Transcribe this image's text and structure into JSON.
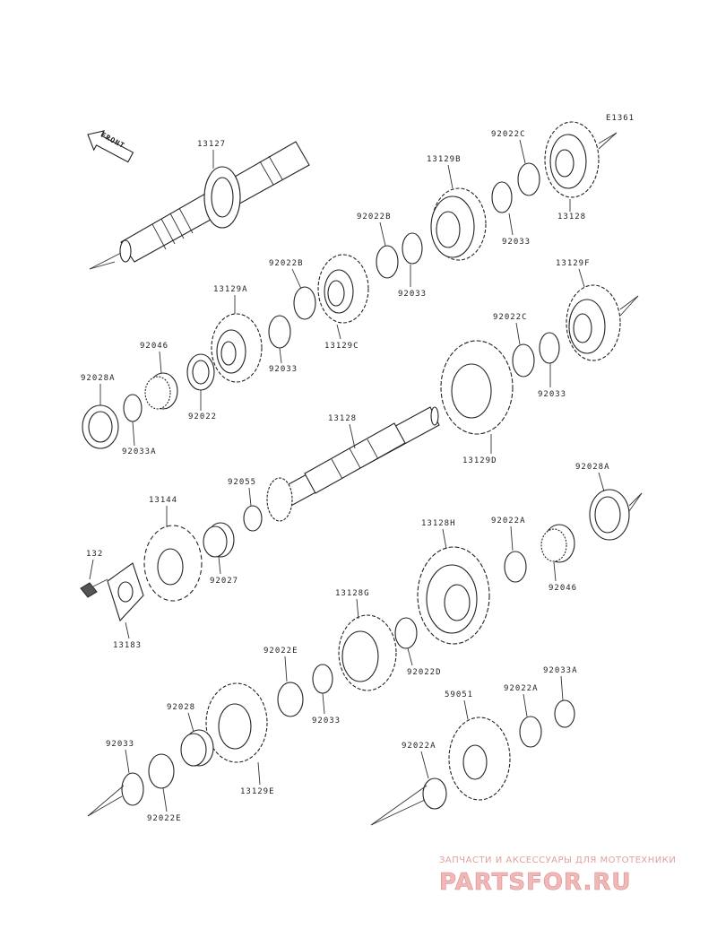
{
  "diagram_id": "E1361",
  "front_label": "FRONT",
  "labels": {
    "l13127": "13127",
    "l13129B": "13129B",
    "l92022C_top": "92022C",
    "l13128_top": "13128",
    "l92033_top": "92033",
    "l92022B_a": "92022B",
    "l92022B_b": "92022B",
    "l92033_b": "92033",
    "l13129A": "13129A",
    "l13129C": "13129C",
    "l92033_c": "92033",
    "l92046_a": "92046",
    "l92028A_a": "92028A",
    "l92022": "92022",
    "l92033A_a": "92033A",
    "l13129F": "13129F",
    "l92022C_b": "92022C",
    "l92033_d": "92033",
    "l13128_mid": "13128",
    "l13129D": "13129D",
    "l92055": "92055",
    "l92028A_b": "92028A",
    "l13144": "13144",
    "l92027": "92027",
    "l132": "132",
    "l13183": "13183",
    "l13128H": "13128H",
    "l92022A_a": "92022A",
    "l92046_b": "92046",
    "l13128G": "13128G",
    "l92022D": "92022D",
    "l92022E_a": "92022E",
    "l92033_e": "92033",
    "l92028": "92028",
    "l13129E": "13129E",
    "l92033_f": "92033",
    "l92022E_b": "92022E",
    "l92033A_b": "92033A",
    "l59051": "59051",
    "l92022A_b": "92022A",
    "l92022A_c": "92022A"
  },
  "watermark": {
    "line1": "ЗАПЧАСТИ И АКСЕССУАРЫ ДЛЯ МОТОТЕХНИКИ",
    "line2": "PARTSFOR.RU"
  },
  "colors": {
    "ink": "#222222",
    "watermark": "#e07070"
  }
}
